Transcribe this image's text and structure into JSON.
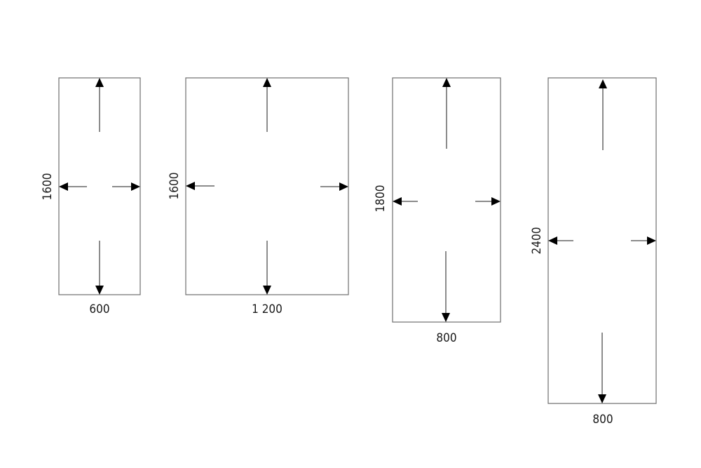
{
  "panels": [
    {
      "id": "panel-1",
      "width_label": "600",
      "height_label": "1600"
    },
    {
      "id": "panel-2",
      "width_label": "1 200",
      "height_label": "1600"
    },
    {
      "id": "panel-3",
      "width_label": "800",
      "height_label": "1800"
    },
    {
      "id": "panel-4",
      "width_label": "800",
      "height_label": "2400"
    }
  ],
  "colors": {
    "outline": "#6f6f6f",
    "arrow": "#000000",
    "text": "#1a1a1a"
  }
}
